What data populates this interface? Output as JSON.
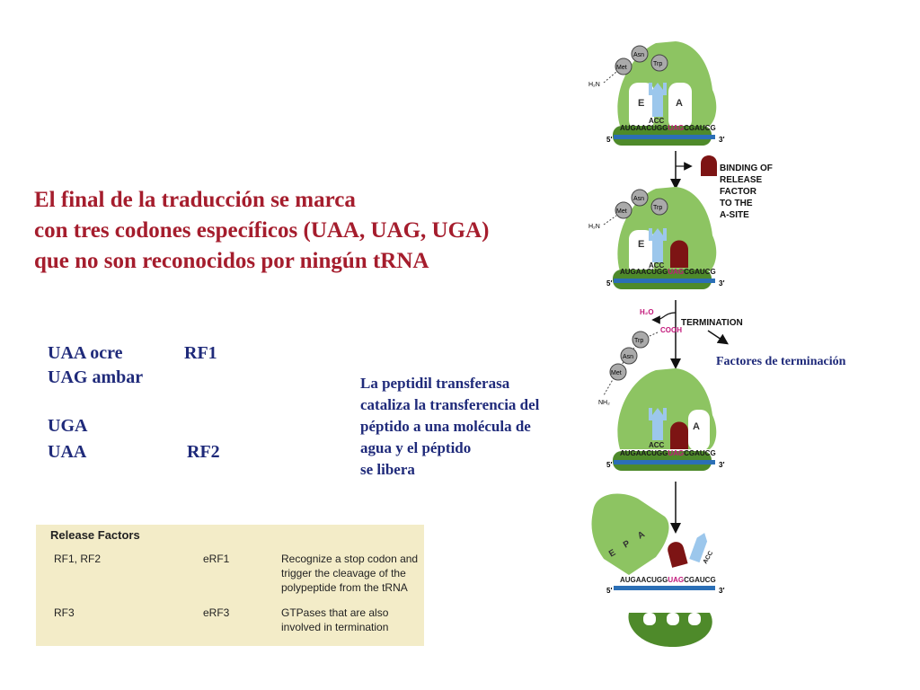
{
  "title": {
    "line1": "El final de la traducción se marca",
    "line2": "con tres codones específicos (UAA, UAG, UGA)",
    "line3": "que no son reconocidos por ningún tRNA"
  },
  "codons": {
    "row1_codon": "UAA ocre",
    "row1_factor": "RF1",
    "row2_codon": "UAG ambar",
    "row3_codon": "UGA",
    "row4_codon": "UAA",
    "row4_factor": "RF2"
  },
  "peptidil": {
    "line1": "La peptidil transferasa",
    "line2": "cataliza la transferencia del",
    "line3": "péptido a una molécula de",
    "line4": "agua y el péptido",
    "line5": "se libera"
  },
  "table": {
    "header": "Release Factors",
    "rows": [
      {
        "prok": "RF1, RF2",
        "euk": "eRF1",
        "func1": "Recognize a stop codon and",
        "func2": "trigger the cleavage of the",
        "func3": "polypeptide from the tRNA"
      },
      {
        "prok": "RF3",
        "euk": "eRF3",
        "func1": "GTPases that are also",
        "func2": "involved in termination",
        "func3": ""
      }
    ]
  },
  "diagram": {
    "aa_met": "Met",
    "aa_asn": "Asn",
    "aa_trp": "Trp",
    "nterm": "H₂N",
    "nh2": "NH₂",
    "site_e": "E",
    "site_p": "P",
    "site_a": "A",
    "anticodon": "ACC",
    "mrna_a": "AUGAACUGG",
    "mrna_stop": "UAG",
    "mrna_b": "CGAUCG",
    "five_prime": "5′",
    "three_prime": "3′",
    "binding1": "BINDING OF",
    "binding2": "RELEASE",
    "binding3": "FACTOR",
    "binding4": "TO THE",
    "binding5": "A-SITE",
    "water": "H₂O",
    "cooh": "COOH",
    "termination": "TERMINATION",
    "factores": "Factores de terminación"
  },
  "colors": {
    "title": "#a51d2d",
    "body_text": "#1f2a7a",
    "ribosome_large": "#8dc462",
    "ribosome_small": "#4e8a2a",
    "mrna": "#2b6fb6",
    "trna": "#9cc7ec",
    "release_factor": "#7d1414",
    "stop_codon": "#c2187a",
    "table_bg": "#f3ecc8"
  }
}
